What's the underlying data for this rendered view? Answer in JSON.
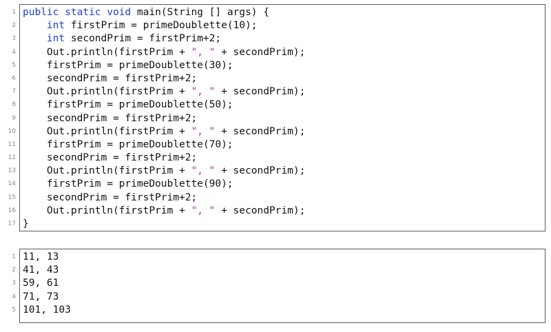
{
  "code_listing": {
    "lines": [
      [
        {
          "t": "public static void ",
          "c": "kw"
        },
        {
          "t": "main(String [] args) {",
          "c": ""
        }
      ],
      [
        {
          "t": "    ",
          "c": ""
        },
        {
          "t": "int",
          "c": "kw"
        },
        {
          "t": " firstPrim = primeDoublette(10);",
          "c": ""
        }
      ],
      [
        {
          "t": "    ",
          "c": ""
        },
        {
          "t": "int",
          "c": "kw"
        },
        {
          "t": " secondPrim = firstPrim+2;",
          "c": ""
        }
      ],
      [
        {
          "t": "    Out.println(firstPrim + ",
          "c": ""
        },
        {
          "t": "\", \"",
          "c": "str"
        },
        {
          "t": " + secondPrim);",
          "c": ""
        }
      ],
      [
        {
          "t": "    firstPrim = primeDoublette(30);",
          "c": ""
        }
      ],
      [
        {
          "t": "    secondPrim = firstPrim+2;",
          "c": ""
        }
      ],
      [
        {
          "t": "    Out.println(firstPrim + ",
          "c": ""
        },
        {
          "t": "\", \"",
          "c": "str"
        },
        {
          "t": " + secondPrim);",
          "c": ""
        }
      ],
      [
        {
          "t": "    firstPrim = primeDoublette(50);",
          "c": ""
        }
      ],
      [
        {
          "t": "    secondPrim = firstPrim+2;",
          "c": ""
        }
      ],
      [
        {
          "t": "    Out.println(firstPrim + ",
          "c": ""
        },
        {
          "t": "\", \"",
          "c": "str"
        },
        {
          "t": " + secondPrim);",
          "c": ""
        }
      ],
      [
        {
          "t": "    firstPrim = primeDoublette(70);",
          "c": ""
        }
      ],
      [
        {
          "t": "    secondPrim = firstPrim+2;",
          "c": ""
        }
      ],
      [
        {
          "t": "    Out.println(firstPrim + ",
          "c": ""
        },
        {
          "t": "\", \"",
          "c": "str"
        },
        {
          "t": " + secondPrim);",
          "c": ""
        }
      ],
      [
        {
          "t": "    firstPrim = primeDoublette(90);",
          "c": ""
        }
      ],
      [
        {
          "t": "    secondPrim = firstPrim+2;",
          "c": ""
        }
      ],
      [
        {
          "t": "    Out.println(firstPrim + ",
          "c": ""
        },
        {
          "t": "\", \"",
          "c": "str"
        },
        {
          "t": " + secondPrim);",
          "c": ""
        }
      ],
      [
        {
          "t": "}",
          "c": ""
        }
      ]
    ]
  },
  "output_listing": {
    "lines": [
      [
        {
          "t": "11, 13",
          "c": ""
        }
      ],
      [
        {
          "t": "41, 43",
          "c": ""
        }
      ],
      [
        {
          "t": "59, 61",
          "c": ""
        }
      ],
      [
        {
          "t": "71, 73",
          "c": ""
        }
      ],
      [
        {
          "t": "101, 103",
          "c": ""
        }
      ]
    ]
  },
  "colors": {
    "keyword": "#1f3fd0",
    "string": "#b02fb0",
    "line_number": "#8a8a8a",
    "border": "#5a5a5a"
  }
}
